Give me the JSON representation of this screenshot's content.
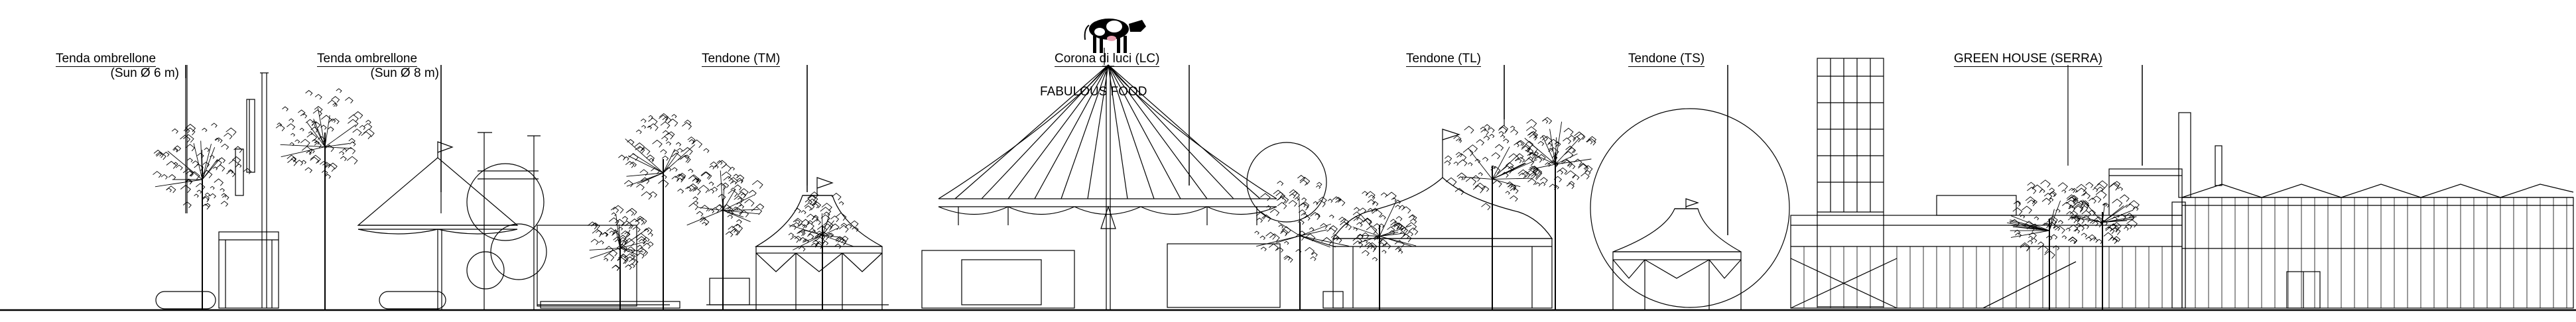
{
  "labels": {
    "sun6_title": "Tenda ombrellone",
    "sun6_sub": "(Sun Ø 6 m)",
    "sun8_title": "Tenda ombrellone",
    "sun8_sub": "(Sun Ø 8 m)",
    "tm": "Tendone (TM)",
    "lc": "Corona di luci (LC)",
    "food": "FABULOUS FOOD",
    "tl": "Tendone (TL)",
    "ts": "Tendone (TS)",
    "serra": "GREEN HOUSE (SERRA)"
  },
  "icons": {
    "cow": "cow-icon",
    "tree": "tree-icon"
  },
  "colors": {
    "line": "#000000",
    "background": "#ffffff"
  }
}
